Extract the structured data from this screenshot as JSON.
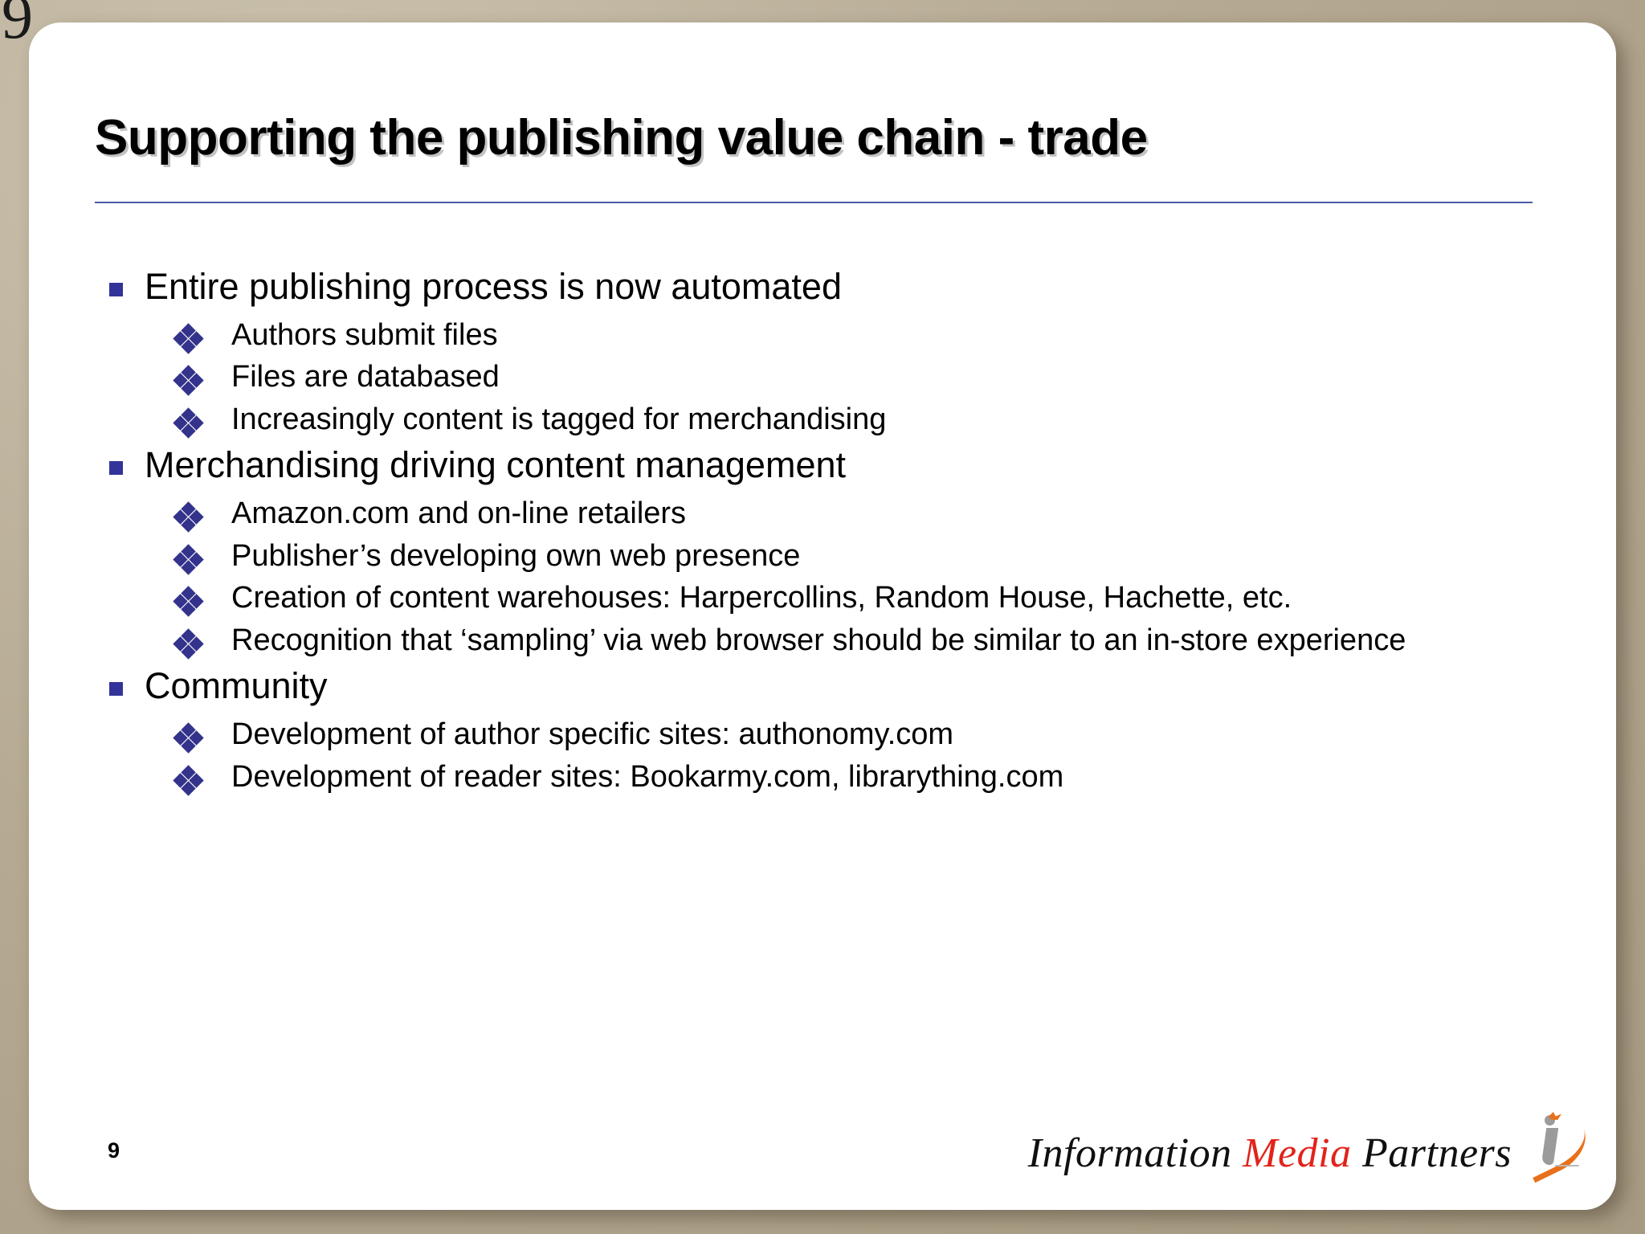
{
  "edge": {
    "page_glyph": "9"
  },
  "slide": {
    "title": "Supporting the publishing value chain - trade",
    "page_number": "9",
    "accent_rule_color": "#4a5ba6",
    "bullet_square_color": "#333399",
    "bullet_diamond_color": "#33338c",
    "background_color": "#ffffff",
    "canvas_color": "#b2a68f"
  },
  "content": {
    "items": [
      {
        "level": 1,
        "text": "Entire publishing process is now automated"
      },
      {
        "level": 2,
        "text": "Authors submit files"
      },
      {
        "level": 2,
        "text": "Files are databased"
      },
      {
        "level": 2,
        "text": "Increasingly content is tagged for merchandising"
      },
      {
        "level": 1,
        "text": "Merchandising driving content management"
      },
      {
        "level": 2,
        "text": "Amazon.com and on-line retailers"
      },
      {
        "level": 2,
        "text": "Publisher’s developing own web presence"
      },
      {
        "level": 2,
        "text": "Creation of content warehouses: Harpercollins, Random House, Hachette, etc."
      },
      {
        "level": 2,
        "text": "Recognition that ‘sampling’ via web browser should be similar to an in-store experience"
      },
      {
        "level": 1,
        "text": "Community"
      },
      {
        "level": 2,
        "text": "Development of author specific sites: authonomy.com"
      },
      {
        "level": 2,
        "text": "Development of reader sites: Bookarmy.com, librarything.com"
      }
    ]
  },
  "logo": {
    "word1": "Information",
    "word2": "Media",
    "word3": "Partners",
    "word1_color": "#101010",
    "word2_color": "#e2231a",
    "word3_color": "#101010",
    "mark_stem_color": "#9b9b9b",
    "mark_swoosh_color": "#e8701a"
  }
}
